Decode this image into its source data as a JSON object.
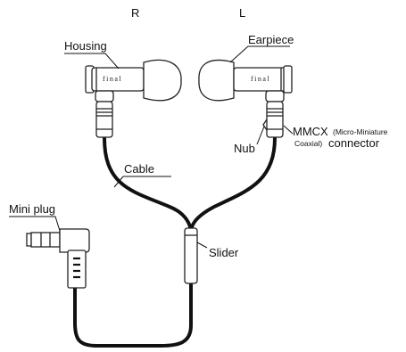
{
  "side_labels": {
    "right": "R",
    "left": "L"
  },
  "brand": "final",
  "callouts": {
    "housing": "Housing",
    "earpiece": "Earpiece",
    "mmcx_main": "MMCX",
    "mmcx_paren_1": "(Micro-Miniature",
    "mmcx_paren_2": "Coaxial)",
    "connector": "connector",
    "nub": "Nub",
    "cable": "Cable",
    "mini_plug": "Mini plug",
    "slider": "Slider"
  },
  "colors": {
    "line": "#111111",
    "outline": "#222222",
    "fill": "#ffffff"
  }
}
